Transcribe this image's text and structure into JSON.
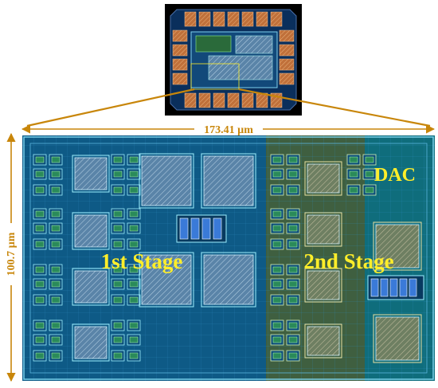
{
  "figure": {
    "width_dimension": "173.41 µm",
    "height_dimension": "100.7 µm",
    "labels": {
      "first_stage": "1st Stage",
      "second_stage": "2nd Stage",
      "dac": "DAC"
    }
  },
  "colors": {
    "dimension_arrow": "#c8860a",
    "label_yellow": "#ffee2a",
    "first_stage_fill": "#0e5a86",
    "second_stage_fill": "#3f5f40",
    "dac_fill": "#0f6d7c",
    "die_background": "#0a2a52",
    "inset_background": "#000000"
  }
}
